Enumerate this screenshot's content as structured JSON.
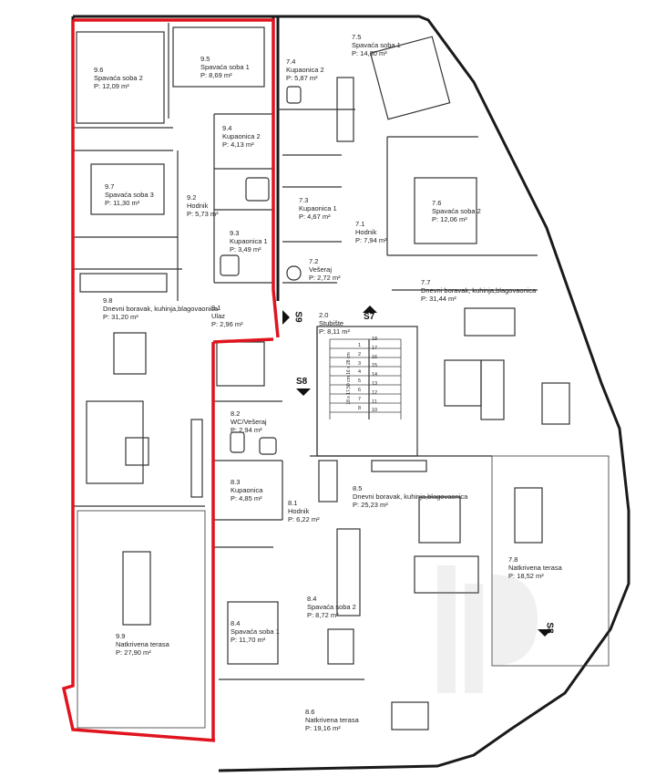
{
  "rooms": [
    {
      "id": "9.6",
      "name": "Spavaća soba 2",
      "area": "P: 12,09 m²"
    },
    {
      "id": "9.5",
      "name": "Spavaća soba 1",
      "area": "P: 8,69 m²"
    },
    {
      "id": "9.4",
      "name": "Kupaonica 2",
      "area": "P: 4,13 m²"
    },
    {
      "id": "9.7",
      "name": "Spavaća soba 3",
      "area": "P: 11,30 m²"
    },
    {
      "id": "9.2",
      "name": "Hodnik",
      "area": "P: 5,73 m²"
    },
    {
      "id": "9.3",
      "name": "Kupaonica 1",
      "area": "P: 3,49 m²"
    },
    {
      "id": "9.8",
      "name": "Dnevni boravak, kuhinja,blagovaonica",
      "area": "P: 31,20 m²"
    },
    {
      "id": "9.1",
      "name": "Ulaz",
      "area": "P: 2,96 m²"
    },
    {
      "id": "9.9",
      "name": "Natkrivena terasa",
      "area": "P: 27,90 m²"
    },
    {
      "id": "7.5",
      "name": "Spavaća soba 1",
      "area": "P: 14,30 m²"
    },
    {
      "id": "7.4",
      "name": "Kupaonica 2",
      "area": "P: 5,87 m²"
    },
    {
      "id": "7.3",
      "name": "Kupaonica 1",
      "area": "P: 4,67 m²"
    },
    {
      "id": "7.6",
      "name": "Spavaća soba 2",
      "area": "P: 12,06 m²"
    },
    {
      "id": "7.1",
      "name": "Hodnik",
      "area": "P: 7,94 m²"
    },
    {
      "id": "7.2",
      "name": "Vešeraj",
      "area": "P: 2,72 m²"
    },
    {
      "id": "7.7",
      "name": "Dnevni boravak, kuhinja,blagovaonica",
      "area": "P: 31,44 m²"
    },
    {
      "id": "2.0",
      "name": "Stubište",
      "area": "P: 8,11 m²"
    },
    {
      "id": "8.2",
      "name": "WC/Vešeraj",
      "area": "P: 2,94 m²"
    },
    {
      "id": "8.3",
      "name": "Kupaonica",
      "area": "P: 4,85 m²"
    },
    {
      "id": "8.1",
      "name": "Hodnik",
      "area": "P: 6,22 m²"
    },
    {
      "id": "8.5",
      "name": "Dnevni boravak, kuhinja,blagovaonica",
      "area": "P: 25,23 m²"
    },
    {
      "id": "7.8",
      "name": "Natkrivena terasa",
      "area": "P: 18,52 m²"
    },
    {
      "id": "8.4",
      "name": "Spavaća soba 1",
      "area": "P: 11,70 m²"
    },
    {
      "id": "8.4",
      "name": "Spavaća soba 2",
      "area": "P: 8,72 m²"
    },
    {
      "id": "8.6",
      "name": "Natkrivena terasa",
      "area": "P: 19,16 m²"
    }
  ],
  "markers": {
    "s7": "S7",
    "s8": "S8",
    "s9": "S9"
  },
  "stair": {
    "steps": [
      "18",
      "17",
      "16",
      "15",
      "14",
      "13",
      "12",
      "11",
      "10"
    ],
    "steps_left": [
      "1",
      "2",
      "3",
      "4",
      "5",
      "6",
      "7",
      "8"
    ],
    "spec": "18 x 17,50 cm 16 x 28 cm"
  },
  "colors": {
    "highlight": "#e0141e",
    "wall": "#1a1a1a",
    "line": "#333333"
  }
}
